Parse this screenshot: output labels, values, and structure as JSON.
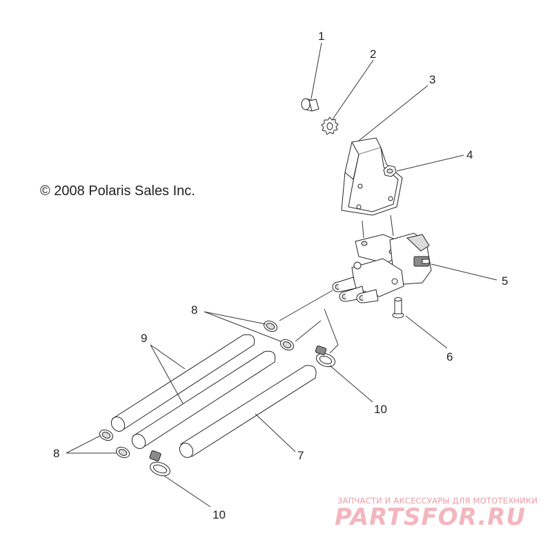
{
  "copyright": "© 2008 Polaris Sales Inc.",
  "callouts": [
    "1",
    "2",
    "3",
    "4",
    "5",
    "6",
    "7",
    "8",
    "9",
    "10"
  ],
  "watermark": {
    "tagline": "ЗАПЧАСТИ И АКСЕССУАРЫ ДЛЯ МОТОТЕХНИКИ",
    "brand": "PARTSFOR.RU"
  }
}
